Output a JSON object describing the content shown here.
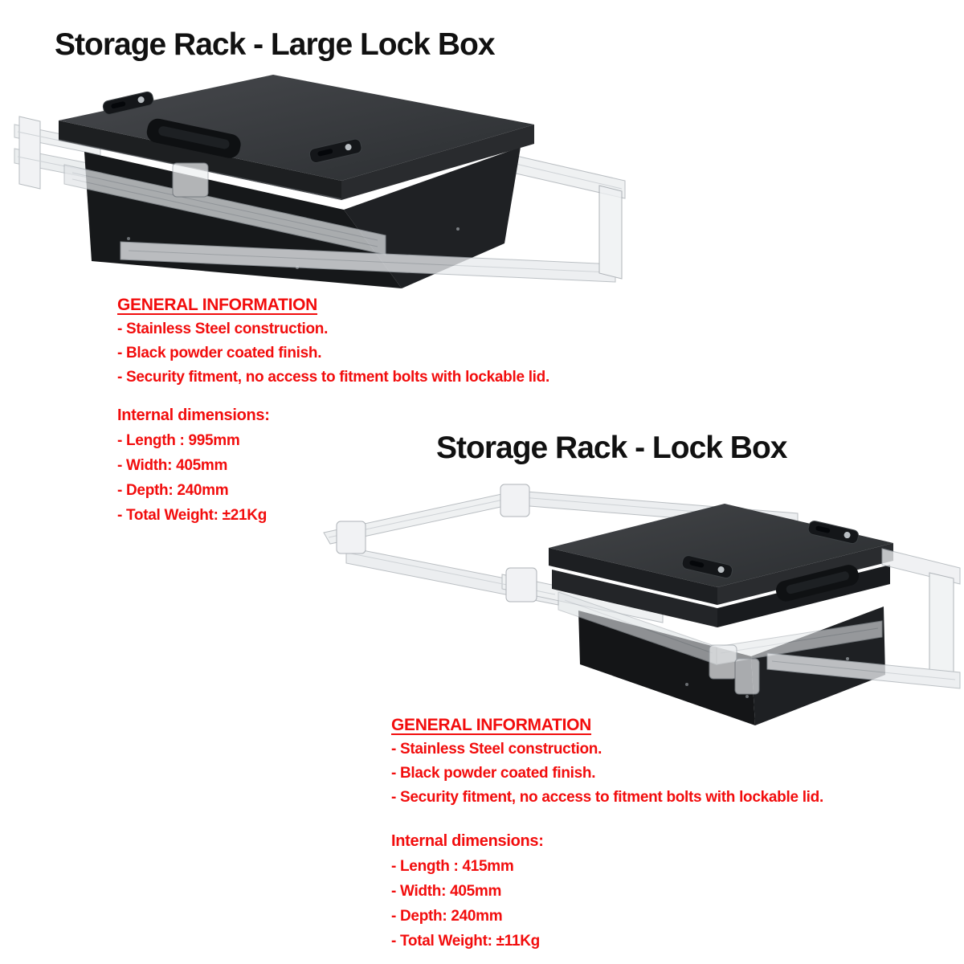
{
  "page": {
    "background": "#ffffff",
    "title_color": "#111111",
    "accent_red": "#f20d0d",
    "box_dark": "#1c1e21",
    "rail_light": "#e4e7ea"
  },
  "products": [
    {
      "title": "Storage Rack - Large Lock Box",
      "image": "large-lock-box-3d-render",
      "general": {
        "heading": "GENERAL INFORMATION",
        "items": [
          "- Stainless Steel construction.",
          "- Black powder coated finish.",
          "- Security fitment, no access to fitment bolts with lockable lid."
        ]
      },
      "dims": {
        "heading": "Internal dimensions:",
        "items": [
          "- Length : 995mm",
          "- Width: 405mm",
          "- Depth: 240mm",
          "- Total Weight: ±21Kg"
        ]
      }
    },
    {
      "title": "Storage Rack - Lock Box",
      "image": "lock-box-3d-render",
      "general": {
        "heading": "GENERAL INFORMATION",
        "items": [
          "- Stainless Steel construction.",
          "- Black powder coated finish.",
          "- Security fitment, no access to fitment bolts with lockable lid."
        ]
      },
      "dims": {
        "heading": "Internal dimensions:",
        "items": [
          "- Length : 415mm",
          "- Width: 405mm",
          "- Depth: 240mm",
          "- Total Weight: ±11Kg"
        ]
      }
    }
  ]
}
